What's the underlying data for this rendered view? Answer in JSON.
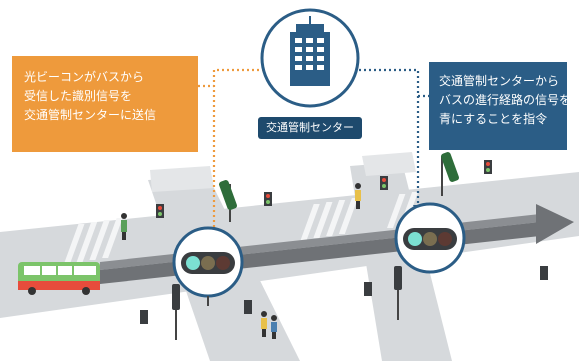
{
  "callouts": {
    "beacon": {
      "lines": [
        "光ビーコンがバスから",
        "受信した識別信号を",
        "交通管制センターに送信"
      ],
      "color": "#ee9a3c"
    },
    "center": {
      "lines": [
        "交通管制センターから",
        "バスの進行経路の信号を",
        "青にすることを指令"
      ],
      "color": "#2b5d86"
    }
  },
  "control_center": {
    "label": "交通管制センター",
    "color": "#1e4a6d"
  },
  "signals": {
    "active_color": "#7ce0d2",
    "bus_color": "#7cc46a"
  }
}
